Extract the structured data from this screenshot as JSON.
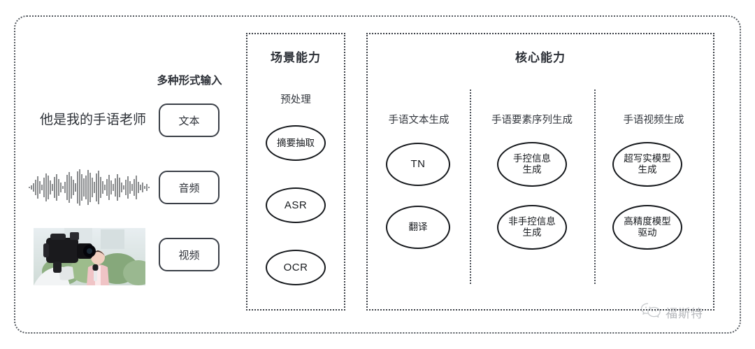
{
  "diagram": {
    "input_section": {
      "heading": "多种形式输入",
      "sample_text": "他是我的手语老师",
      "modalities": [
        {
          "label": "文本",
          "media": "text-sample"
        },
        {
          "label": "音频",
          "media": "audio-waveform"
        },
        {
          "label": "视频",
          "media": "video-thumbnail"
        }
      ]
    },
    "scene_group": {
      "title": "场景能力",
      "subtitle": "预处理",
      "nodes": [
        {
          "label": "摘要抽取",
          "script": "cjk"
        },
        {
          "label": "ASR",
          "script": "latin"
        },
        {
          "label": "OCR",
          "script": "latin"
        }
      ]
    },
    "core_group": {
      "title": "核心能力",
      "columns": [
        {
          "label": "手语文本生成",
          "nodes": [
            {
              "label": "TN",
              "script": "latin"
            },
            {
              "label": "翻译",
              "script": "cjk"
            }
          ]
        },
        {
          "label": "手语要素序列生成",
          "nodes": [
            {
              "label": "手控信息\n生成",
              "script": "cjk"
            },
            {
              "label": "非手控信息\n生成",
              "script": "cjk"
            }
          ]
        },
        {
          "label": "手语视频生成",
          "nodes": [
            {
              "label": "超写实模型\n生成",
              "script": "cjk"
            },
            {
              "label": "高精度模型\n驱动",
              "script": "cjk"
            }
          ]
        }
      ]
    },
    "watermark": {
      "text": "福斯特",
      "icon": "wechat-icon"
    },
    "colors": {
      "stroke": "#15181c",
      "dotted_border": "#3c4047",
      "text": "#2c3037",
      "watermark": "#6d7279"
    }
  }
}
